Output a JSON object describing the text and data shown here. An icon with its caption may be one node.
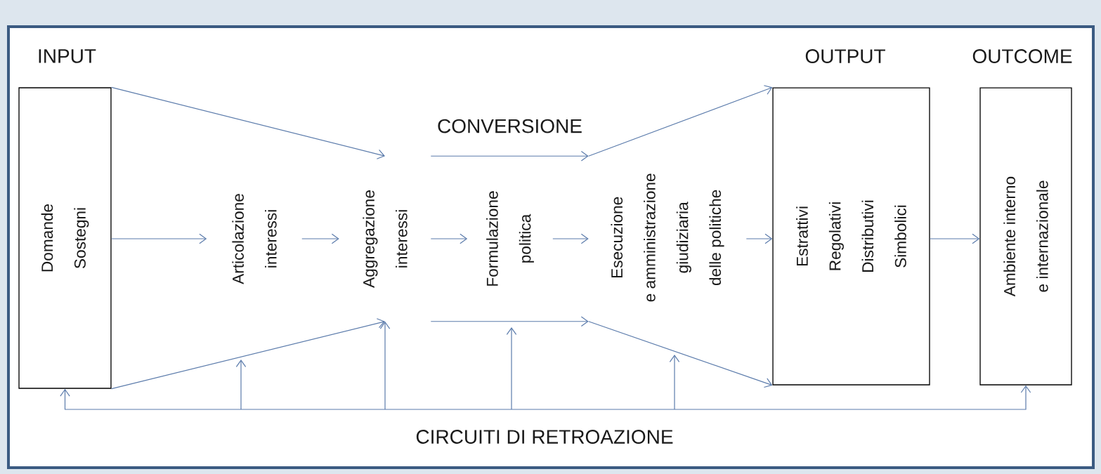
{
  "diagram": {
    "nodes": [
      {
        "text": [
          "INPUT",
          "Domande",
          "Sostegni"
        ]
      },
      {
        "text": [
          "Articolazione interessi"
        ]
      },
      {
        "text": [
          "Aggregazione interessi"
        ]
      },
      {
        "text": [
          "Formulazione politica"
        ]
      },
      {
        "text": [
          "Esecuzione e amministrazione giudiziaria delle politiche"
        ]
      },
      {
        "text": [
          "OUTPUT",
          "Estrattivi",
          "Regolativi",
          "Distributivi",
          "Simbolici"
        ]
      },
      {
        "text": [
          "OUTCOME",
          "Ambiente interno e internazionale"
        ]
      }
    ],
    "edges": [
      {
        "from": 0,
        "to": 1,
        "arrow": "to"
      },
      {
        "from": 1,
        "to": 2,
        "arrow": "to"
      },
      {
        "from": 2,
        "to": 3,
        "arrow": "to"
      },
      {
        "from": 3,
        "to": 4,
        "arrow": "to"
      },
      {
        "from": 4,
        "to": 5,
        "arrow": "to"
      },
      {
        "from": 5,
        "to": 6,
        "arrow": "to"
      },
      {
        "from": 0,
        "to": 2,
        "arrow": "to"
      },
      {
        "from": 0,
        "to": 2,
        "arrow": "to"
      },
      {
        "from": 2,
        "to": 4,
        "arrow": "to",
        "label": "CONVERSIONE"
      },
      {
        "from": 2,
        "to": 4,
        "arrow": "to"
      },
      {
        "from": 4,
        "to": 5,
        "arrow": "to"
      },
      {
        "from": 4,
        "to": 5,
        "arrow": "to"
      },
      {
        "from": null,
        "to": 0,
        "arrow": "to"
      },
      {
        "from": null,
        "to": 2,
        "arrow": "to"
      },
      {
        "from": null,
        "to": 6,
        "arrow": "to"
      }
    ],
    "labels": [
      "CIRCUITI DI RETROAZIONE"
    ]
  }
}
